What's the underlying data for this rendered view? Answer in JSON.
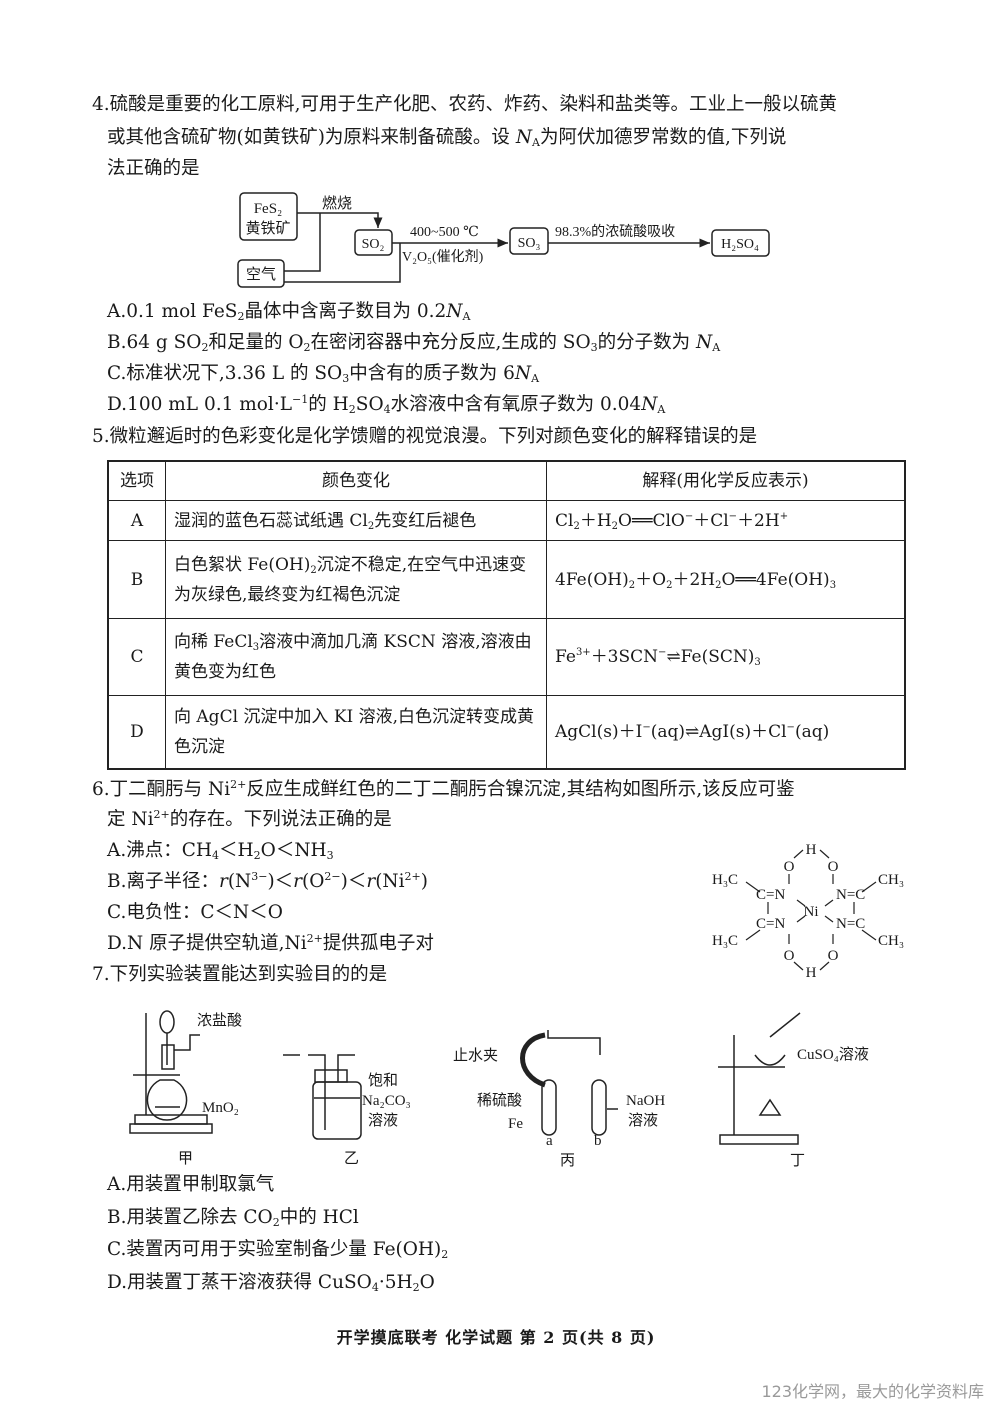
{
  "q4": {
    "lines": [
      [
        "4.硫酸是重要的化工原料,可用于生产化肥、农药、炸药、染料和盐类等。工业上一般以硫黄"
      ],
      [
        "或其他含硫矿物(如黄铁矿)为原料来制备硫酸。设 ",
        {
          "i": "N"
        },
        {
          "sub": "A"
        },
        "为阿伏加德罗常数的值,下列说"
      ],
      [
        "法正确的是"
      ]
    ],
    "diagram": {
      "fes2": "FeS₂",
      "pyrite": "黄铁矿",
      "burn": "燃烧",
      "air": "空气",
      "so2": "SO₂",
      "temp": "400~500 ℃",
      "catalyst": "V₂O₅(催化剂)",
      "so3": "SO₃",
      "absorb": "98.3%的浓硫酸吸收",
      "h2so4": "H₂SO₄"
    },
    "options": [
      [
        "A.0.1 mol FeS",
        {
          "sub": "2"
        },
        "晶体中含离子数目为 0.2",
        {
          "i": "N"
        },
        {
          "sub": "A"
        }
      ],
      [
        "B.64 g SO",
        {
          "sub": "2"
        },
        "和足量的 O",
        {
          "sub": "2"
        },
        "在密闭容器中充分反应,生成的 SO",
        {
          "sub": "3"
        },
        "的分子数为 ",
        {
          "i": "N"
        },
        {
          "sub": "A"
        }
      ],
      [
        "C.标准状况下,3.36 L 的 SO",
        {
          "sub": "3"
        },
        "中含有的质子数为 6",
        {
          "i": "N"
        },
        {
          "sub": "A"
        }
      ],
      [
        "D.100 mL 0.1 mol·L",
        {
          "sup": "−1"
        },
        "的 H",
        {
          "sub": "2"
        },
        "SO",
        {
          "sub": "4"
        },
        "水溶液中含有氧原子数为 0.04",
        {
          "i": "N"
        },
        {
          "sub": "A"
        }
      ]
    ]
  },
  "q5": {
    "lines": [
      [
        "5.微粒邂逅时的色彩变化是化学馈赠的视觉浪漫。下列对颜色变化的解释错误的是"
      ]
    ],
    "headers": [
      [
        "选项"
      ],
      [
        "颜色变化"
      ],
      [
        "解释(用化学反应表示)"
      ]
    ],
    "rows": [
      {
        "option": [
          "A"
        ],
        "change": [
          "湿润的蓝色石蕊试纸遇 Cl",
          {
            "sub": "2"
          },
          "先变红后褪色"
        ],
        "explain": [
          "Cl",
          {
            "sub": "2"
          },
          "＋H",
          {
            "sub": "2"
          },
          "O══ClO",
          {
            "sup": "−"
          },
          "＋Cl",
          {
            "sup": "−"
          },
          "＋2H",
          {
            "sup": "+"
          }
        ]
      },
      {
        "option": [
          "B"
        ],
        "change": [
          "白色絮状 Fe(OH)",
          {
            "sub": "2"
          },
          "沉淀不稳定,在空气中迅速变为灰绿色,最终变为红褐色沉淀"
        ],
        "explain": [
          "4Fe(OH)",
          {
            "sub": "2"
          },
          "＋O",
          {
            "sub": "2"
          },
          "＋2H",
          {
            "sub": "2"
          },
          "O══4Fe(OH)",
          {
            "sub": "3"
          }
        ]
      },
      {
        "option": [
          "C"
        ],
        "change": [
          "向稀 FeCl",
          {
            "sub": "3"
          },
          "溶液中滴加几滴 KSCN 溶液,溶液由黄色变为红色"
        ],
        "explain": [
          "Fe",
          {
            "sup": "3+"
          },
          "＋3SCN",
          {
            "sup": "−"
          },
          "⇌Fe(SCN)",
          {
            "sub": "3"
          }
        ]
      },
      {
        "option": [
          "D"
        ],
        "change": [
          "向 AgCl 沉淀中加入 KI 溶液,白色沉淀转变成黄色沉淀"
        ],
        "explain": [
          "AgCl(s)＋I",
          {
            "sup": "−"
          },
          "(aq)⇌AgI(s)＋Cl",
          {
            "sup": "−"
          },
          "(aq)"
        ]
      }
    ]
  },
  "q6": {
    "lines": [
      [
        "6.丁二酮肟与 Ni",
        {
          "sup": "2+"
        },
        "反应生成鲜红色的二丁二酮肟合镍沉淀,其结构如图所示,该反应可鉴"
      ],
      [
        "定 Ni",
        {
          "sup": "2+"
        },
        "的存在。下列说法正确的是"
      ]
    ],
    "options": [
      [
        "A.沸点：CH",
        {
          "sub": "4"
        },
        "＜H",
        {
          "sub": "2"
        },
        "O＜NH",
        {
          "sub": "3"
        }
      ],
      [
        "B.离子半径：",
        {
          "i": "r"
        },
        "(N",
        {
          "sup": "3−"
        },
        ")＜",
        {
          "i": "r"
        },
        "(O",
        {
          "sup": "2−"
        },
        ")＜",
        {
          "i": "r"
        },
        "(Ni",
        {
          "sup": "2+"
        },
        ")"
      ],
      [
        "C.电负性：C＜N＜O"
      ],
      [
        "D.N 原子提供空轨道,Ni",
        {
          "sup": "2+"
        },
        "提供孤电子对"
      ]
    ],
    "structure": {
      "h_top": "H",
      "o_tl": "O",
      "o_tr": "O",
      "h3c_top": "H₃C",
      "ch3_top": "CH₃",
      "cn_tl": "C=N",
      "nc_tr": "N=C",
      "ni": "Ni",
      "cn_bl": "C=N",
      "nc_br": "N=C",
      "h3c_bot": "H₃C",
      "ch3_bot": "CH₃",
      "o_bl": "O",
      "o_br": "O",
      "h_bot": "H"
    }
  },
  "q7": {
    "lines": [
      [
        "7.下列实验装置能达到实验目的的是"
      ]
    ],
    "apparatus": {
      "jia": {
        "name": "甲",
        "hcl": "浓盐酸",
        "mno2": "MnO₂"
      },
      "yi": {
        "name": "乙",
        "sat": "饱和",
        "na2co3": "Na₂CO₃",
        "sol": "溶液"
      },
      "bing": {
        "name": "丙",
        "clamp": "止水夹",
        "acid": "稀硫酸",
        "fe": "Fe",
        "a": "a",
        "b": "b",
        "naoh": "NaOH",
        "sol": "溶液"
      },
      "ding": {
        "name": "丁",
        "cuso4": "CuSO₄溶液"
      }
    },
    "options": [
      [
        "A.用装置甲制取氯气"
      ],
      [
        "B.用装置乙除去 CO",
        {
          "sub": "2"
        },
        "中的 HCl"
      ],
      [
        "C.装置丙可用于实验室制备少量 Fe(OH)",
        {
          "sub": "2"
        }
      ],
      [
        "D.用装置丁蒸干溶液获得 CuSO",
        {
          "sub": "4"
        },
        "·5H",
        {
          "sub": "2"
        },
        "O"
      ]
    ]
  },
  "footer": "开学摸底联考 化学试题 第 2 页(共 8 页)",
  "watermark": "123化学网，最大的化学资料库"
}
